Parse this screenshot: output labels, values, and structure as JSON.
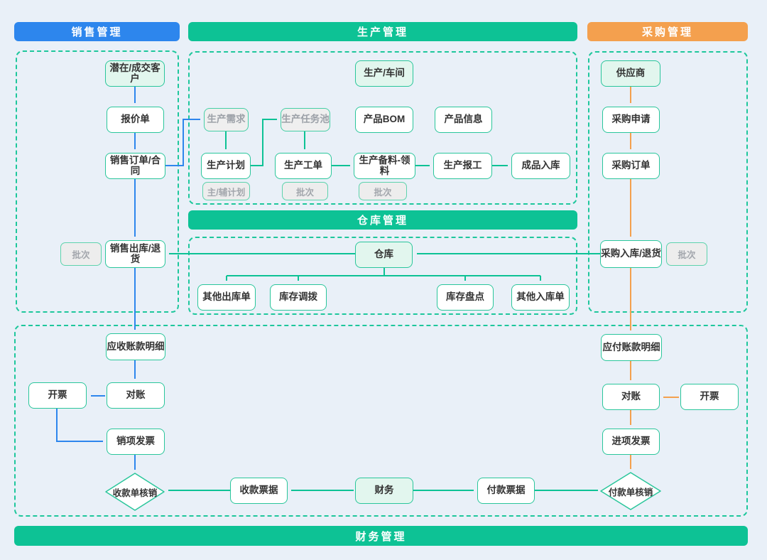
{
  "sections": {
    "sales": {
      "title": "销售管理"
    },
    "production": {
      "title": "生产管理"
    },
    "purchase": {
      "title": "采购管理"
    },
    "warehouse": {
      "title": "仓库管理"
    },
    "finance": {
      "title": "财务管理"
    }
  },
  "colors": {
    "sales_accent": "#2d86ed",
    "production_accent": "#0dc295",
    "purchase_accent": "#f4a04e",
    "background": "#e9f0f8",
    "node_border": "#2ac69b",
    "mint_fill": "#e2f6ee",
    "gray_fill": "#efefef"
  },
  "nodes": {
    "customer": "潜在/成交客户",
    "quotation": "报价单",
    "sales_order": "销售订单/合同",
    "sales_batch": "批次",
    "sales_outbound": "销售出库/退货",
    "receivable": "应收账款明细",
    "recon_ar": "对账",
    "invoice_ar": "开票",
    "sales_invoice": "销项发票",
    "receipt_writeoff": "收款单核销",
    "receipt_note": "收款票据",
    "finance_dept": "财务",
    "payment_note": "付款票据",
    "payment_writeoff": "付款单核销",
    "workshop": "生产/车间",
    "prod_demand": "生产需求",
    "task_pool": "生产任务池",
    "bom": "产品BOM",
    "product_info": "产品信息",
    "prod_plan": "生产计划",
    "plan_tag": "主/辅计划",
    "work_order": "生产工单",
    "wo_batch": "批次",
    "material_pick": "生产备料-领料",
    "material_batch": "批次",
    "report_work": "生产报工",
    "finished_inbound": "成品入库",
    "warehouse_hub": "仓库",
    "other_outbound": "其他出库单",
    "stock_transfer": "库存调拨",
    "stock_take": "库存盘点",
    "other_inbound": "其他入库单",
    "supplier": "供应商",
    "purchase_request": "采购申请",
    "purchase_order": "采购订单",
    "purchase_inbound": "采购入库/退货",
    "purchase_batch": "批次",
    "payable": "应付账款明细",
    "recon_ap": "对账",
    "invoice_ap": "开票",
    "purchase_invoice": "进项发票"
  }
}
